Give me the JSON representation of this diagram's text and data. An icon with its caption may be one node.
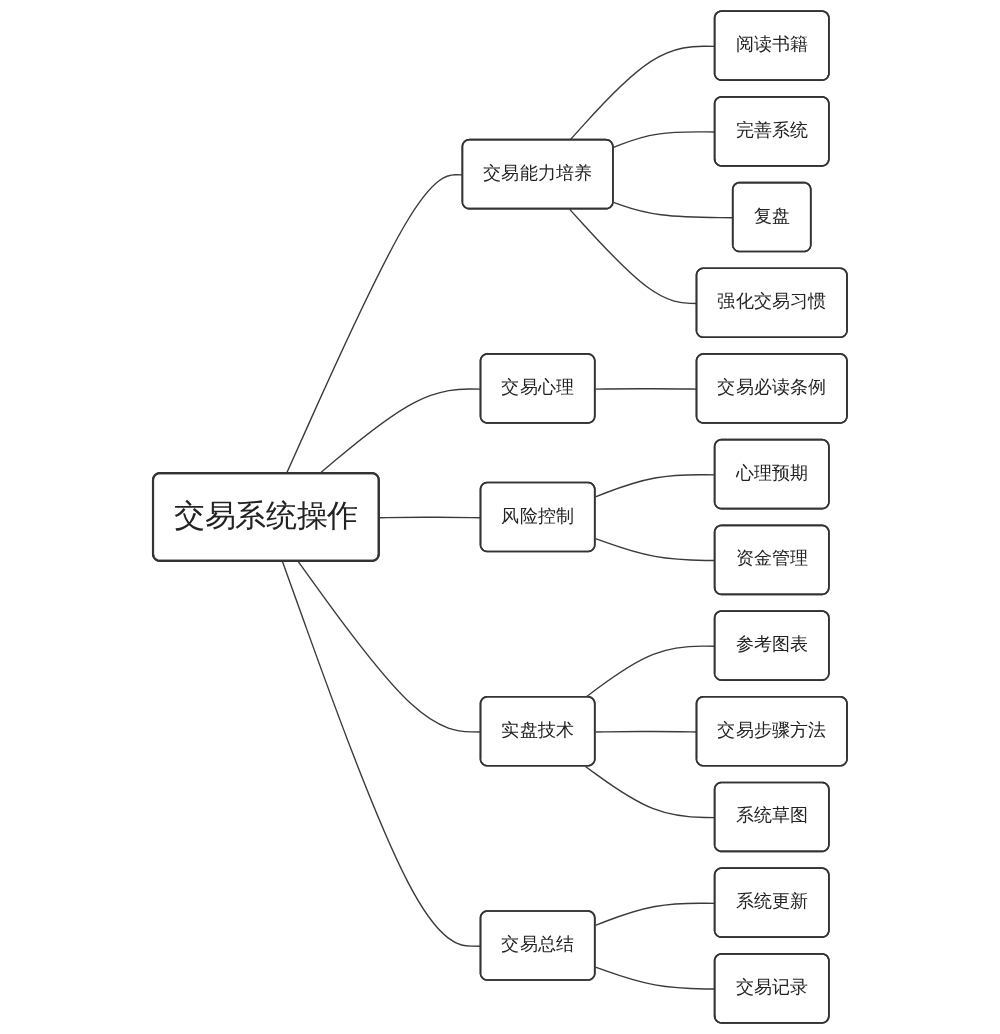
{
  "diagram": {
    "nodes": [
      {
        "text": [
          "交易系统操作"
        ]
      },
      {
        "text": [
          "交易能力培养"
        ]
      },
      {
        "text": [
          "阅读书籍"
        ]
      },
      {
        "text": [
          "完善系统"
        ]
      },
      {
        "text": [
          "复盘"
        ]
      },
      {
        "text": [
          "强化交易习惯"
        ]
      },
      {
        "text": [
          "交易心理"
        ]
      },
      {
        "text": [
          "交易必读条例"
        ]
      },
      {
        "text": [
          "风险控制"
        ]
      },
      {
        "text": [
          "心理预期"
        ]
      },
      {
        "text": [
          "资金管理"
        ]
      },
      {
        "text": [
          "实盘技术"
        ]
      },
      {
        "text": [
          "参考图表"
        ]
      },
      {
        "text": [
          "交易步骤方法"
        ]
      },
      {
        "text": [
          "系统草图"
        ]
      },
      {
        "text": [
          "交易总结"
        ]
      },
      {
        "text": [
          "系统更新"
        ]
      },
      {
        "text": [
          "交易记录"
        ]
      }
    ],
    "edges": [
      {
        "from": 0,
        "to": 1,
        "arrow": "none"
      },
      {
        "from": 1,
        "to": 2,
        "arrow": "none"
      },
      {
        "from": 1,
        "to": 3,
        "arrow": "none"
      },
      {
        "from": 1,
        "to": 4,
        "arrow": "none"
      },
      {
        "from": 1,
        "to": 5,
        "arrow": "none"
      },
      {
        "from": 0,
        "to": 6,
        "arrow": "none"
      },
      {
        "from": 6,
        "to": 7,
        "arrow": "none"
      },
      {
        "from": 0,
        "to": 8,
        "arrow": "none"
      },
      {
        "from": 8,
        "to": 9,
        "arrow": "none"
      },
      {
        "from": 8,
        "to": 10,
        "arrow": "none"
      },
      {
        "from": 0,
        "to": 11,
        "arrow": "none"
      },
      {
        "from": 11,
        "to": 12,
        "arrow": "none"
      },
      {
        "from": 11,
        "to": 13,
        "arrow": "none"
      },
      {
        "from": 11,
        "to": 14,
        "arrow": "none"
      },
      {
        "from": 0,
        "to": 15,
        "arrow": "none"
      },
      {
        "from": 15,
        "to": 16,
        "arrow": "none"
      },
      {
        "from": 15,
        "to": 17,
        "arrow": "none"
      }
    ]
  }
}
